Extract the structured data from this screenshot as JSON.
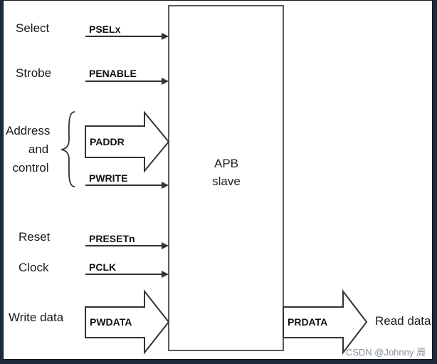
{
  "block": {
    "line1": "APB",
    "line2": "slave"
  },
  "inputs": {
    "select": {
      "label": "Select",
      "signal": "PSELx"
    },
    "strobe": {
      "label": "Strobe",
      "signal": "PENABLE"
    },
    "address_control": {
      "label_line1": "Address",
      "label_line2": "and",
      "label_line3": "control",
      "signal_addr": "PADDR",
      "signal_write": "PWRITE"
    },
    "reset": {
      "label": "Reset",
      "signal": "PRESETn"
    },
    "clock": {
      "label": "Clock",
      "signal": "PCLK"
    },
    "write_data": {
      "label": "Write data",
      "signal": "PWDATA"
    }
  },
  "outputs": {
    "read_data": {
      "label": "Read data",
      "signal": "PRDATA"
    }
  },
  "watermark": "CSDN @Johnny 周"
}
